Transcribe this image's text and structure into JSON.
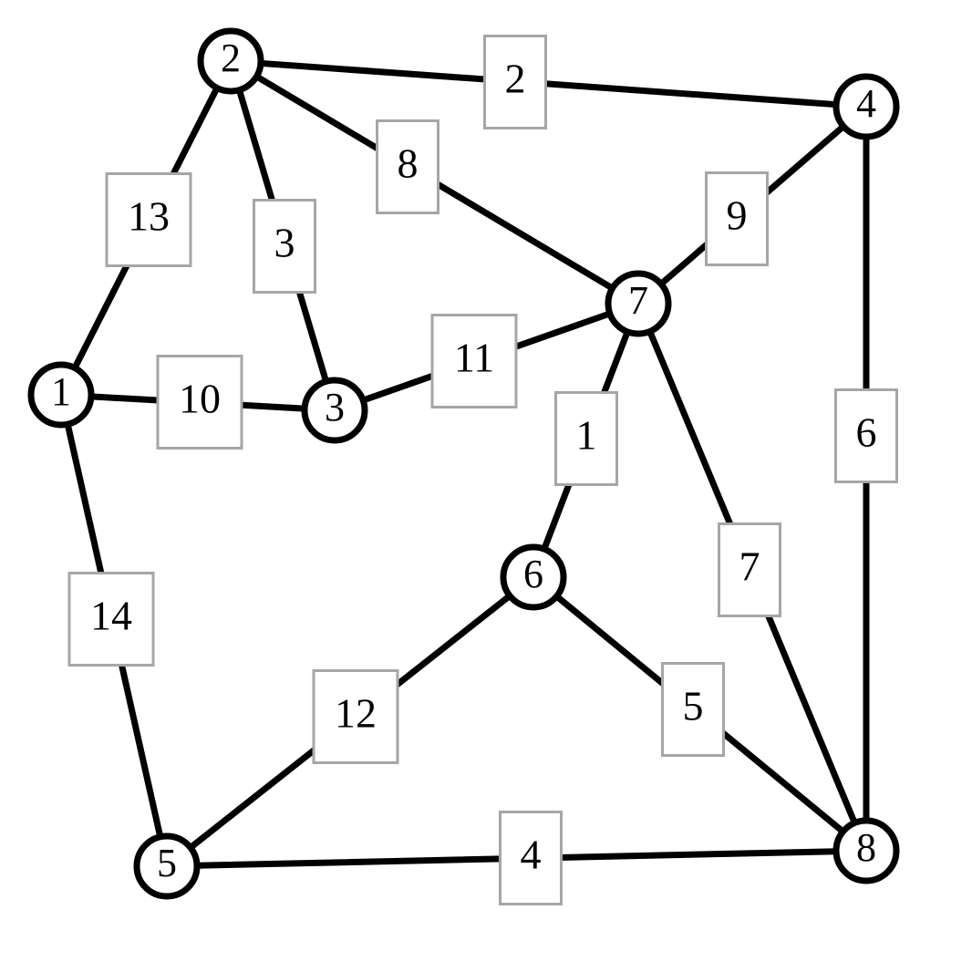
{
  "graph": {
    "nodes": [
      {
        "id": "1",
        "label": "1"
      },
      {
        "id": "2",
        "label": "2"
      },
      {
        "id": "3",
        "label": "3"
      },
      {
        "id": "4",
        "label": "4"
      },
      {
        "id": "5",
        "label": "5"
      },
      {
        "id": "6",
        "label": "6"
      },
      {
        "id": "7",
        "label": "7"
      },
      {
        "id": "8",
        "label": "8"
      }
    ],
    "edges": [
      {
        "from": "2",
        "to": "4",
        "weight": "2"
      },
      {
        "from": "2",
        "to": "7",
        "weight": "8"
      },
      {
        "from": "2",
        "to": "1",
        "weight": "13"
      },
      {
        "from": "2",
        "to": "3",
        "weight": "3"
      },
      {
        "from": "4",
        "to": "7",
        "weight": "9"
      },
      {
        "from": "4",
        "to": "8",
        "weight": "6"
      },
      {
        "from": "1",
        "to": "3",
        "weight": "10"
      },
      {
        "from": "3",
        "to": "7",
        "weight": "11"
      },
      {
        "from": "7",
        "to": "6",
        "weight": "1"
      },
      {
        "from": "7",
        "to": "8",
        "weight": "7"
      },
      {
        "from": "1",
        "to": "5",
        "weight": "14"
      },
      {
        "from": "6",
        "to": "5",
        "weight": "12"
      },
      {
        "from": "6",
        "to": "8",
        "weight": "5"
      },
      {
        "from": "5",
        "to": "8",
        "weight": "4"
      }
    ]
  }
}
